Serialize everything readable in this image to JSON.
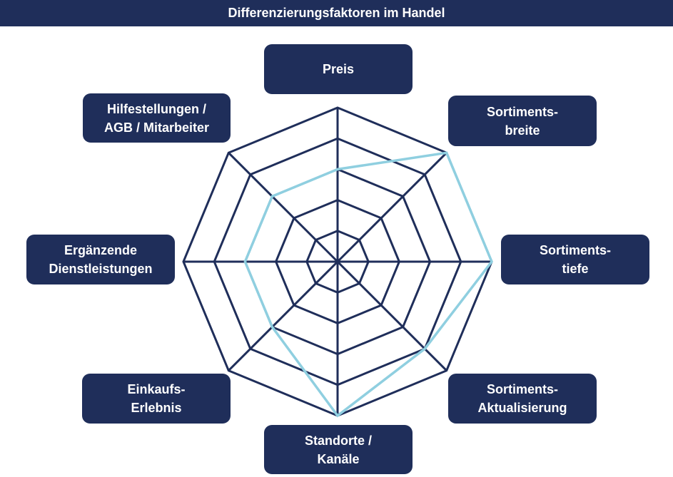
{
  "header": {
    "title": "Differenzierungsfaktoren im Handel"
  },
  "colors": {
    "navy": "#1f2e5a",
    "series": "#8fcfe0",
    "background": "#ffffff"
  },
  "chart_data": {
    "type": "radar",
    "axes": [
      "Preis",
      "Sortiments-\nbreite",
      "Sortiments-\ntiefe",
      "Sortiments-\nAktualisierung",
      "Standorte /\nKanäle",
      "Einkaufs-\nErlebnis",
      "Ergänzende\nDienstleistungen",
      "Hilfestellungen /\nAGB / Mitarbeiter"
    ],
    "levels": 5,
    "range": [
      0,
      5
    ],
    "grid": true,
    "series": [
      {
        "values": [
          3,
          5,
          5,
          4,
          5,
          3,
          3,
          3
        ]
      }
    ]
  }
}
